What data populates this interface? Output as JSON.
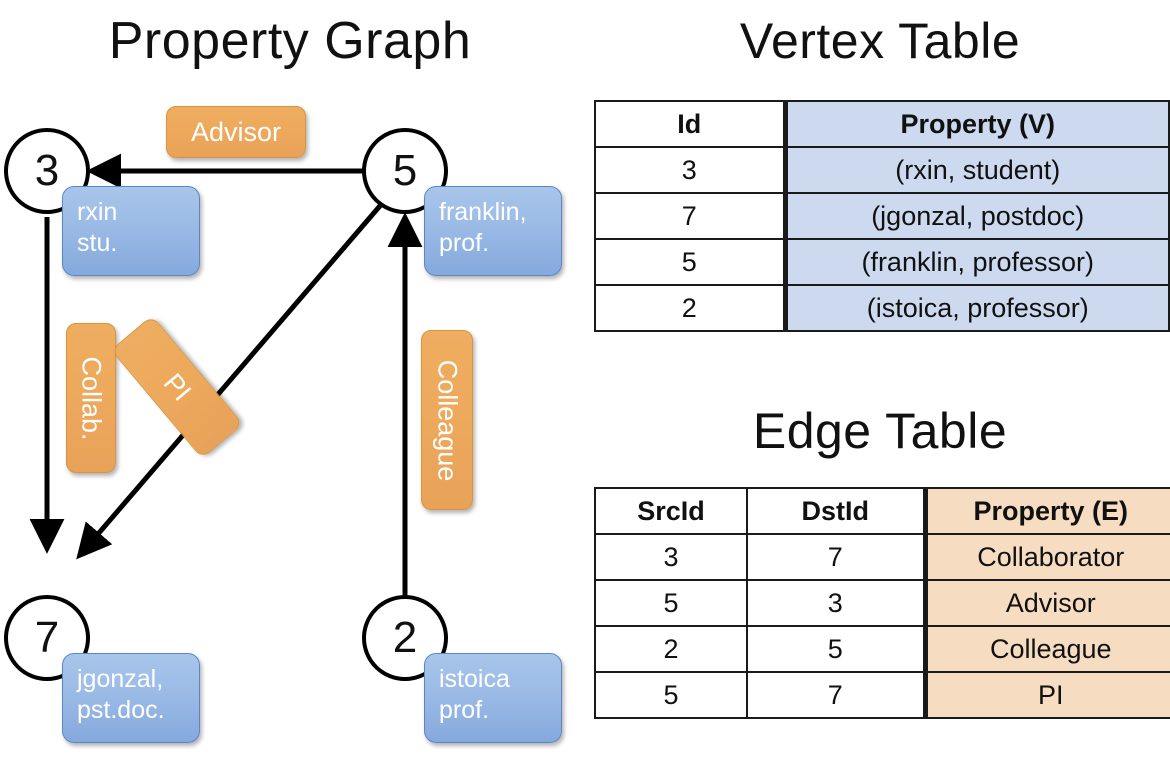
{
  "titles": {
    "graph": "Property Graph",
    "vertex_table": "Vertex Table",
    "edge_table": "Edge Table"
  },
  "colors": {
    "vertex_property_fill": "#ccd9ee",
    "edge_property_fill": "#f6ddc2",
    "blue_callout": "#9bbbe6",
    "orange_label": "#eeaa5c",
    "stroke": "#000000"
  },
  "graph": {
    "nodes": [
      {
        "id": "3",
        "property": "rxin\nstu."
      },
      {
        "id": "5",
        "property": "franklin,\nprof."
      },
      {
        "id": "7",
        "property": "jgonzal,\npst.doc."
      },
      {
        "id": "2",
        "property": "istoica\nprof."
      }
    ],
    "edge_labels": [
      {
        "label": "Advisor",
        "orientation": "horizontal"
      },
      {
        "label": "Collab.",
        "orientation": "vertical"
      },
      {
        "label": "PI",
        "orientation": "vertical-tilted"
      },
      {
        "label": "Colleague",
        "orientation": "vertical"
      }
    ]
  },
  "vertex_table": {
    "headers": [
      "Id",
      "Property (V)"
    ],
    "rows": [
      {
        "id": "3",
        "property": "(rxin, student)"
      },
      {
        "id": "7",
        "property": "(jgonzal, postdoc)"
      },
      {
        "id": "5",
        "property": "(franklin, professor)"
      },
      {
        "id": "2",
        "property": "(istoica, professor)"
      }
    ]
  },
  "edge_table": {
    "headers": [
      "SrcId",
      "DstId",
      "Property (E)"
    ],
    "rows": [
      {
        "src": "3",
        "dst": "7",
        "property": "Collaborator"
      },
      {
        "src": "5",
        "dst": "3",
        "property": "Advisor"
      },
      {
        "src": "2",
        "dst": "5",
        "property": "Colleague"
      },
      {
        "src": "5",
        "dst": "7",
        "property": "PI"
      }
    ]
  }
}
